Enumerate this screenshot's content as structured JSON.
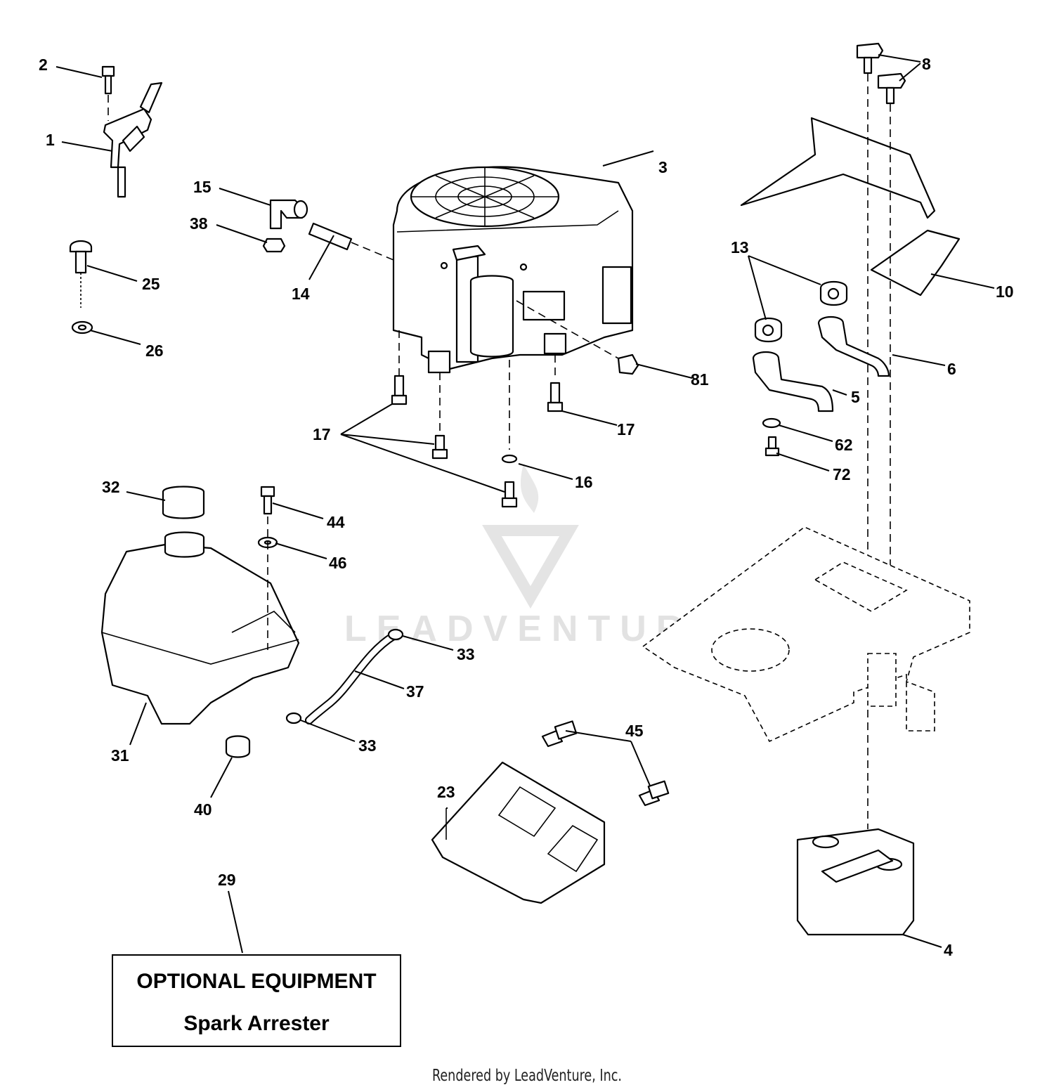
{
  "watermark": "LEADVENTURE",
  "callouts": {
    "c1": "1",
    "c2": "2",
    "c3": "3",
    "c4": "4",
    "c5": "5",
    "c6": "6",
    "c8": "8",
    "c10": "10",
    "c13": "13",
    "c14": "14",
    "c15": "15",
    "c16": "16",
    "c17a": "17",
    "c17b": "17",
    "c23": "23",
    "c25": "25",
    "c26": "26",
    "c29": "29",
    "c31": "31",
    "c32": "32",
    "c33a": "33",
    "c33b": "33",
    "c37": "37",
    "c38": "38",
    "c40": "40",
    "c44": "44",
    "c45": "45",
    "c46": "46",
    "c62": "62",
    "c72": "72",
    "c81": "81"
  },
  "optional": {
    "title": "OPTIONAL EQUIPMENT",
    "subtitle": "Spark Arrester"
  },
  "footer": "Rendered by LeadVenture, Inc."
}
